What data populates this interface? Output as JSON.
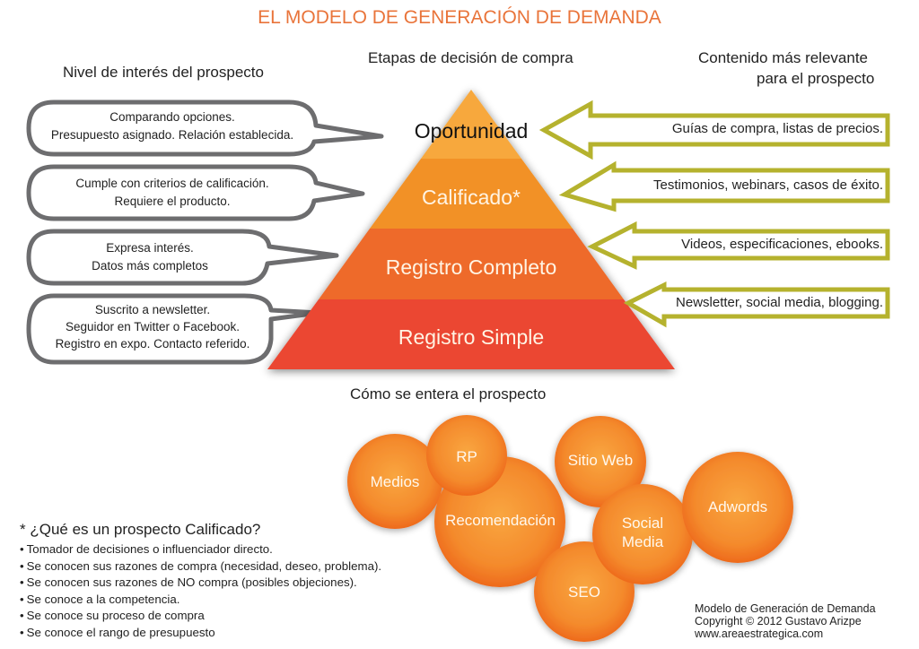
{
  "title": "EL MODELO DE GENERACIÓN DE DEMANDA",
  "headers": {
    "left": "Nivel de interés del prospecto",
    "center": "Etapas de decisión de compra",
    "right_line1": "Contenido más relevante",
    "right_line2": "para el prospecto",
    "bottom": "Cómo se entera el prospecto"
  },
  "interest_levels": [
    {
      "line1": "Comparando opciones.",
      "line2": "Presupuesto asignado. Relación establecida.",
      "line3": ""
    },
    {
      "line1": "Cumple con criterios de calificación.",
      "line2": "Requiere el producto.",
      "line3": ""
    },
    {
      "line1": "Expresa interés.",
      "line2": "Datos más completos",
      "line3": ""
    },
    {
      "line1": "Suscrito a newsletter.",
      "line2": "Seguidor en Twitter o Facebook.",
      "line3": "Registro en expo. Contacto referido."
    }
  ],
  "pyramid_stages": [
    {
      "label": "Oportunidad",
      "color": "#f7a83c",
      "text_color": "#111111"
    },
    {
      "label": "Calificado*",
      "color": "#f29126",
      "text_color": "#fff4e4"
    },
    {
      "label": "Registro Completo",
      "color": "#ee6a2c",
      "text_color": "#fff4e4"
    },
    {
      "label": "Registro Simple",
      "color": "#eb4633",
      "text_color": "#fff4e4"
    }
  ],
  "content_types": [
    "Guías de compra, listas de precios.",
    "Testimonios, webinars, casos de éxito.",
    "Videos, especificaciones, ebooks.",
    "Newsletter, social media, blogging."
  ],
  "channels": [
    {
      "label": "Medios",
      "label2": ""
    },
    {
      "label": "RP",
      "label2": ""
    },
    {
      "label": "Recomendación",
      "label2": ""
    },
    {
      "label": "Sitio Web",
      "label2": ""
    },
    {
      "label": "Social",
      "label2": "Media"
    },
    {
      "label": "Adwords",
      "label2": ""
    },
    {
      "label": "SEO",
      "label2": ""
    }
  ],
  "qualified_note": {
    "title": "* ¿Qué es un prospecto Calificado?",
    "items": [
      "Tomador de decisiones o influenciador directo.",
      "Se conocen sus razones de compra (necesidad, deseo, problema).",
      "Se conocen sus razones de NO compra (posibles objeciones).",
      "Se conoce a la competencia.",
      "Se conoce su proceso de compra",
      "Se conoce el rango de presupuesto"
    ]
  },
  "footer": {
    "line1": "Modelo de Generación de Demanda",
    "line2": "Copyright © 2012 Gustavo Arizpe",
    "line3": "www.areaestrategica.com"
  },
  "colors": {
    "title": "#e9743a",
    "bubble_stroke": "#6d6d6f",
    "arrow_stroke": "#b5b22e",
    "circle_center": "#f9a640",
    "circle_edge": "#ef6d1e"
  }
}
